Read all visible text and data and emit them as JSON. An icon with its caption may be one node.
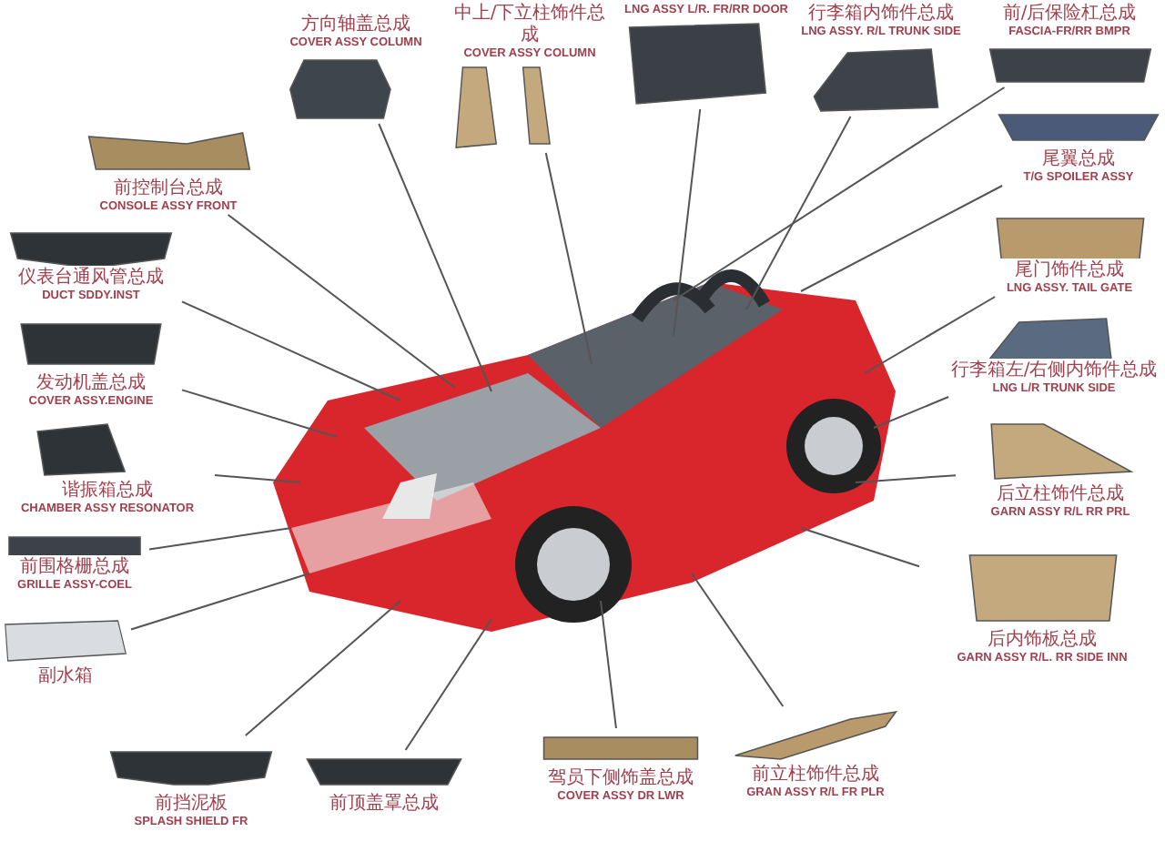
{
  "diagram": {
    "nodes": [
      {
        "text": [],
        "shape": "picture"
      },
      {
        "text": [
          "方向轴盖总成",
          "COVER ASSY COLUMN"
        ]
      },
      {
        "text": [
          "中上/下立柱饰件总成",
          "COVER ASSY COLUMN"
        ]
      },
      {
        "text": [
          "LNG ASSY L/R. FR/RR DOOR"
        ]
      },
      {
        "text": [
          "行李箱内饰件总成",
          "LNG ASSY. R/L TRUNK SIDE"
        ]
      },
      {
        "text": [
          "前/后保险杠总成",
          "FASCIA-FR/RR BMPR"
        ]
      },
      {
        "text": [
          "尾翼总成",
          "T/G SPOILER ASSY"
        ]
      },
      {
        "text": [
          "尾门饰件总成",
          "LNG ASSY. TAIL GATE"
        ]
      },
      {
        "text": [
          "行李箱左/右侧内饰件总成",
          "LNG L/R TRUNK SIDE"
        ]
      },
      {
        "text": [
          "后立柱饰件总成",
          "GARN ASSY R/L RR PRL"
        ]
      },
      {
        "text": [
          "后内饰板总成",
          "GARN ASSY R/L. RR SIDE INN"
        ]
      },
      {
        "text": [
          "前立柱饰件总成",
          "GRAN ASSY R/L FR PLR"
        ]
      },
      {
        "text": [
          "驾员下侧饰盖总成",
          "COVER ASSY DR LWR"
        ]
      },
      {
        "text": [
          "前顶盖罩总成"
        ]
      },
      {
        "text": [
          "前挡泥板",
          "SPLASH SHIELD FR"
        ]
      },
      {
        "text": [
          "副水箱"
        ]
      },
      {
        "text": [
          "前围格栅总成",
          "GRILLE ASSY-COEL"
        ]
      },
      {
        "text": [
          "谐振箱总成",
          "CHAMBER ASSY RESONATOR"
        ]
      },
      {
        "text": [
          "发动机盖总成",
          "COVER ASSY.ENGINE"
        ]
      },
      {
        "text": [
          "仪表台通风管总成",
          "DUCT SDDY.INST"
        ]
      },
      {
        "text": [
          "前控制台总成",
          "CONSOLE ASSY FRONT"
        ]
      }
    ],
    "edges": [
      {
        "from": 1,
        "to": 0,
        "arrow": "none"
      },
      {
        "from": 2,
        "to": 0,
        "arrow": "none"
      },
      {
        "from": 3,
        "to": 0,
        "arrow": "none"
      },
      {
        "from": 4,
        "to": 0,
        "arrow": "none"
      },
      {
        "from": 5,
        "to": 0,
        "arrow": "none"
      },
      {
        "from": 6,
        "to": 0,
        "arrow": "none"
      },
      {
        "from": 7,
        "to": 0,
        "arrow": "none"
      },
      {
        "from": 8,
        "to": 0,
        "arrow": "none"
      },
      {
        "from": 9,
        "to": 0,
        "arrow": "none"
      },
      {
        "from": 10,
        "to": 0,
        "arrow": "none"
      },
      {
        "from": 11,
        "to": 0,
        "arrow": "none"
      },
      {
        "from": 12,
        "to": 0,
        "arrow": "none"
      },
      {
        "from": 13,
        "to": 0,
        "arrow": "none"
      },
      {
        "from": 14,
        "to": 0,
        "arrow": "none"
      },
      {
        "from": 15,
        "to": 0,
        "arrow": "none"
      },
      {
        "from": 16,
        "to": 0,
        "arrow": "none"
      },
      {
        "from": 17,
        "to": 0,
        "arrow": "none"
      },
      {
        "from": 18,
        "to": 0,
        "arrow": "none"
      },
      {
        "from": 19,
        "to": 0,
        "arrow": "none"
      },
      {
        "from": 20,
        "to": 0,
        "arrow": "none"
      }
    ]
  }
}
